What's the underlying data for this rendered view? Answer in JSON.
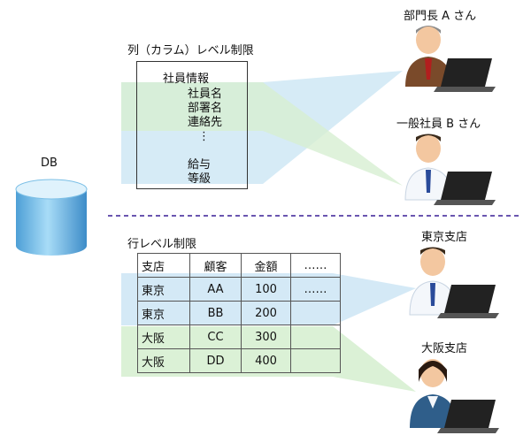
{
  "db": {
    "label": "DB"
  },
  "column_section": {
    "title": "列（カラム）レベル制限",
    "items": [
      "社員情報",
      "社員名",
      "部署名",
      "連絡先",
      "⋮",
      "給与",
      "等級"
    ]
  },
  "row_section": {
    "title": "行レベル制限",
    "headers": [
      "支店",
      "顧客",
      "金額",
      "……"
    ],
    "rows": [
      [
        "東京",
        "AA",
        "100",
        "……"
      ],
      [
        "東京",
        "BB",
        "200",
        ""
      ],
      [
        "大阪",
        "CC",
        "300",
        ""
      ],
      [
        "大阪",
        "DD",
        "400",
        ""
      ]
    ]
  },
  "users": {
    "manager": "部門長 A さん",
    "staff": "一般社員 B さん",
    "tokyo": "東京支店",
    "osaka": "大阪支店"
  },
  "colors": {
    "blue_beam": "#cfe7f5",
    "green_beam": "#d7efd2",
    "divider": "#6a56b0",
    "db_top": "#cfeaf9",
    "db_body": "#78bde6"
  }
}
